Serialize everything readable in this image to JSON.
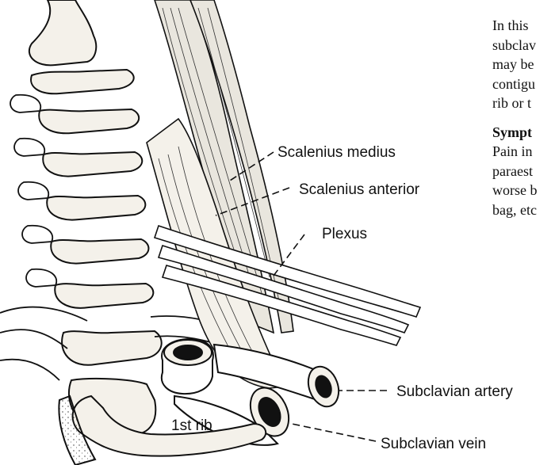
{
  "labels": {
    "scalenius_medius": "Scalenius medius",
    "scalenius_anterior": "Scalenius anterior",
    "plexus": "Plexus",
    "subclavian_artery": "Subclavian artery",
    "subclavian_vein": "Subclavian vein",
    "first_rib": "1st rib"
  },
  "text_column": {
    "paragraph_lines": [
      "In this",
      "subclav",
      "may be",
      "contigu",
      "rib or t"
    ],
    "heading": "Sympt",
    "symptom_lines": [
      "Pain in",
      "paraest",
      "worse b",
      "bag, etc"
    ]
  },
  "colors": {
    "ink": "#111111",
    "bone": "#f4f1ea",
    "muscle": "#e9e6de",
    "paper": "#ffffff"
  }
}
